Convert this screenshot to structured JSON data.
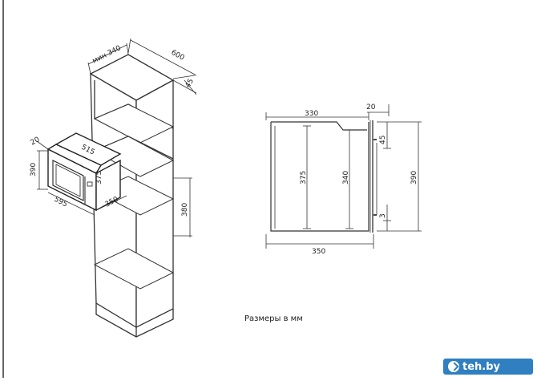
{
  "iso": {
    "dim_min340": "мин 340",
    "dim_600": "600",
    "dim_45": "45",
    "dim_380": "380",
    "dim_20": "20",
    "dim_390": "390",
    "dim_515": "515",
    "dim_375": "375",
    "dim_595": "595",
    "dim_350": "350"
  },
  "side": {
    "dim_330": "330",
    "dim_20": "20",
    "dim_45": "45",
    "dim_375": "375",
    "dim_340": "340",
    "dim_390": "390",
    "dim_3": "3",
    "dim_350": "350"
  },
  "caption": "Размеры в мм",
  "watermark": {
    "text": "teh.by"
  }
}
